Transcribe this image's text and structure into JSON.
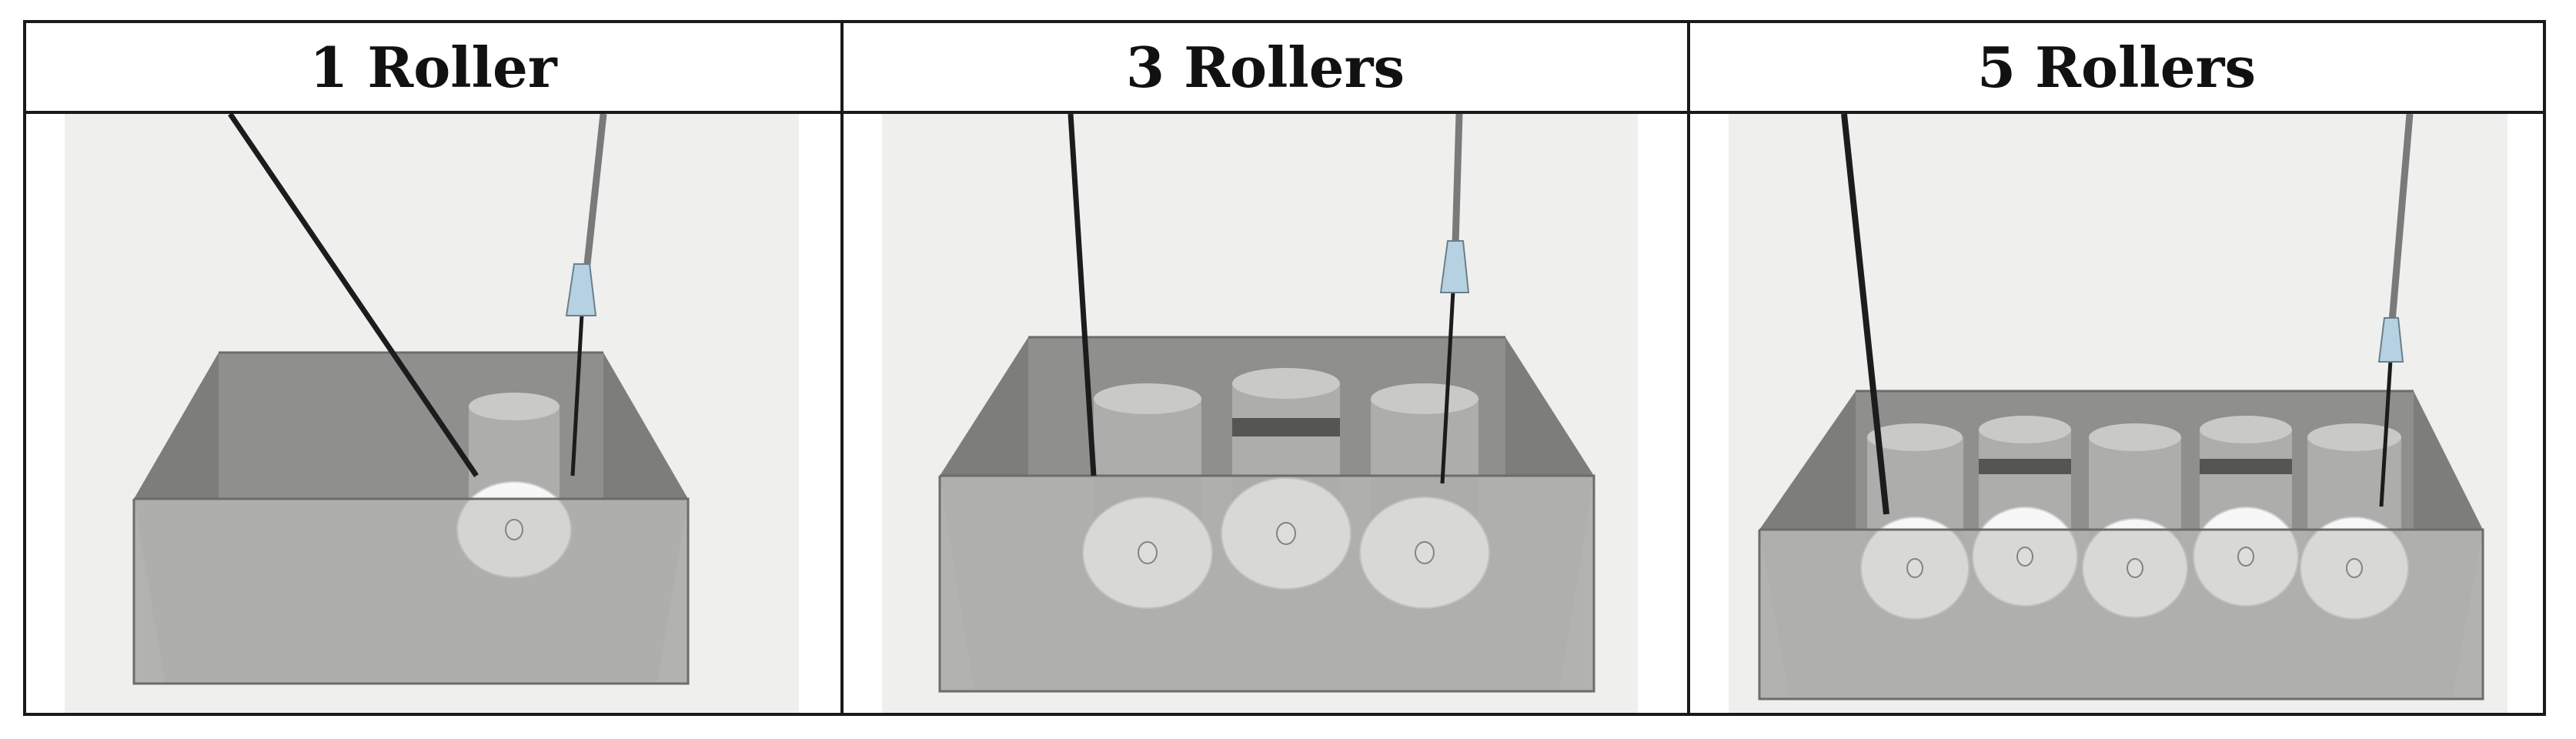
{
  "columns": [
    {
      "label": "1 Roller",
      "rollers": 1
    },
    {
      "label": "3 Rollers",
      "rollers": 3
    },
    {
      "label": "5 Rollers",
      "rollers": 5
    }
  ],
  "colors": {
    "background": "#efefee",
    "tank_back": "#8f8f8d",
    "tank_floor": "#b8b8b5",
    "tank_front": "#a9a9a6",
    "roller_body": "#b3b3b1",
    "roller_face": "#f7f7f7",
    "cable": "#1c1c1c",
    "probe_tip": "#b6d2e2"
  }
}
